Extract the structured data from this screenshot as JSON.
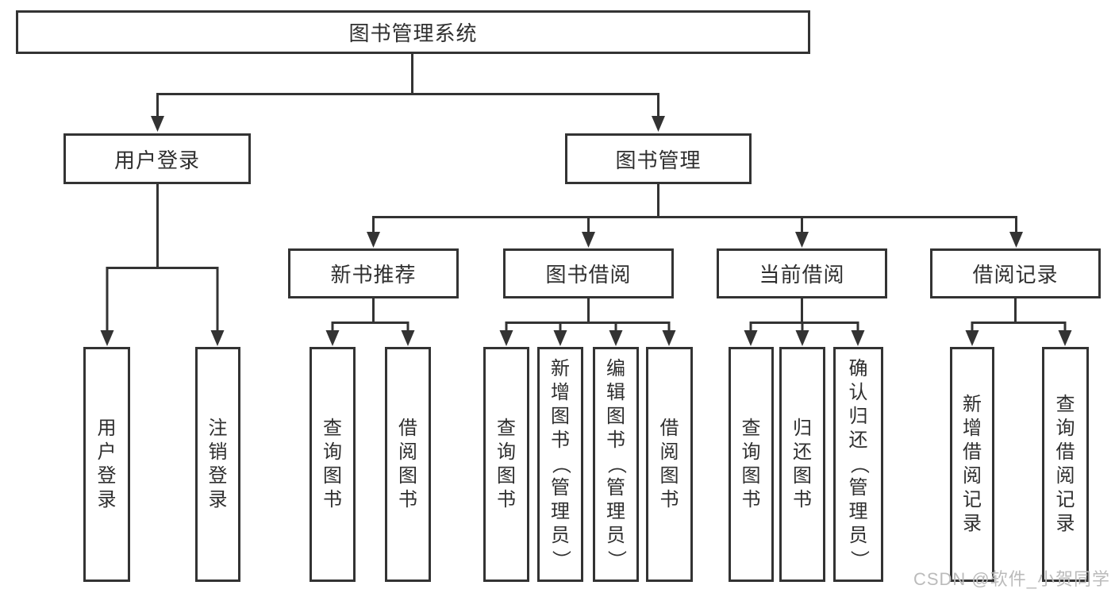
{
  "diagram": {
    "root": "图书管理系统",
    "branches": [
      "用户登录",
      "图书管理"
    ],
    "modules": [
      "新书推荐",
      "图书借阅",
      "当前借阅",
      "借阅记录"
    ],
    "leaves": {
      "user_login": [
        "用户登录",
        "注销登录"
      ],
      "new_book_recommend": [
        "查询图书",
        "借阅图书"
      ],
      "book_borrowing": [
        "查询图书",
        "新增图书（管理员）",
        "编辑图书（管理员）",
        "借阅图书"
      ],
      "current_borrowing": [
        "查询图书",
        "归还图书",
        "确认归还（管理员）"
      ],
      "borrowing_records": [
        "新增借阅记录",
        "查询借阅记录"
      ]
    }
  },
  "watermark": "CSDN @软件_小贺同学",
  "colors": {
    "line": "#333333",
    "border": "#333333",
    "text": "#2f2f2f",
    "background": "#ffffff",
    "watermark": "#bbbbbb"
  }
}
